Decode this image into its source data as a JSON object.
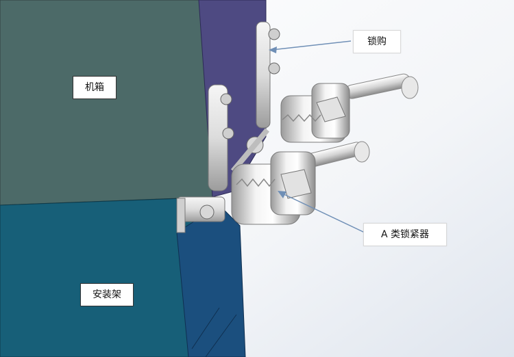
{
  "labels": {
    "cabinet": "机箱",
    "mount": "安装架",
    "lock": "锁购",
    "tensioner": "A 类锁紧器"
  },
  "colors": {
    "cabinet_face": "#4c6a68",
    "cabinet_side": "#4e4a82",
    "mount_face": "#175f78",
    "mount_side": "#1b4f7e",
    "metal_light": "#eeeeee",
    "metal_shadow": "#9a9a9a",
    "arrow": "#6f8fb6"
  }
}
